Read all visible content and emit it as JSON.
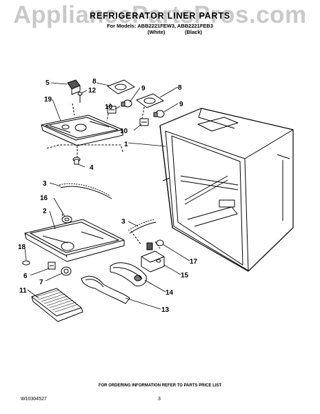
{
  "watermark": "AppliancePartsPros.com",
  "header": {
    "title": "REFRIGERATOR LINER PARTS",
    "models_line": "For Models: ABB2221FEW3, ABB2221FEB3",
    "color_white": "(White)",
    "color_black": "(Black)"
  },
  "callouts": {
    "c1": "1",
    "c2": "2",
    "c3a": "3",
    "c3b": "3",
    "c4": "4",
    "c5": "5",
    "c6": "6",
    "c7": "7",
    "c8a": "8",
    "c8b": "8",
    "c9a": "9",
    "c9b": "9",
    "c10a": "10",
    "c10b": "10",
    "c11": "11",
    "c12": "12",
    "c13": "13",
    "c14": "14",
    "c15": "15",
    "c16": "16",
    "c17": "17",
    "c18": "18",
    "c19": "19"
  },
  "footer": {
    "ordering_note": "FOR ORDERING INFORMATION REFER TO PARTS PRICE LIST",
    "doc_id": "W10304527",
    "page_number": "3"
  }
}
